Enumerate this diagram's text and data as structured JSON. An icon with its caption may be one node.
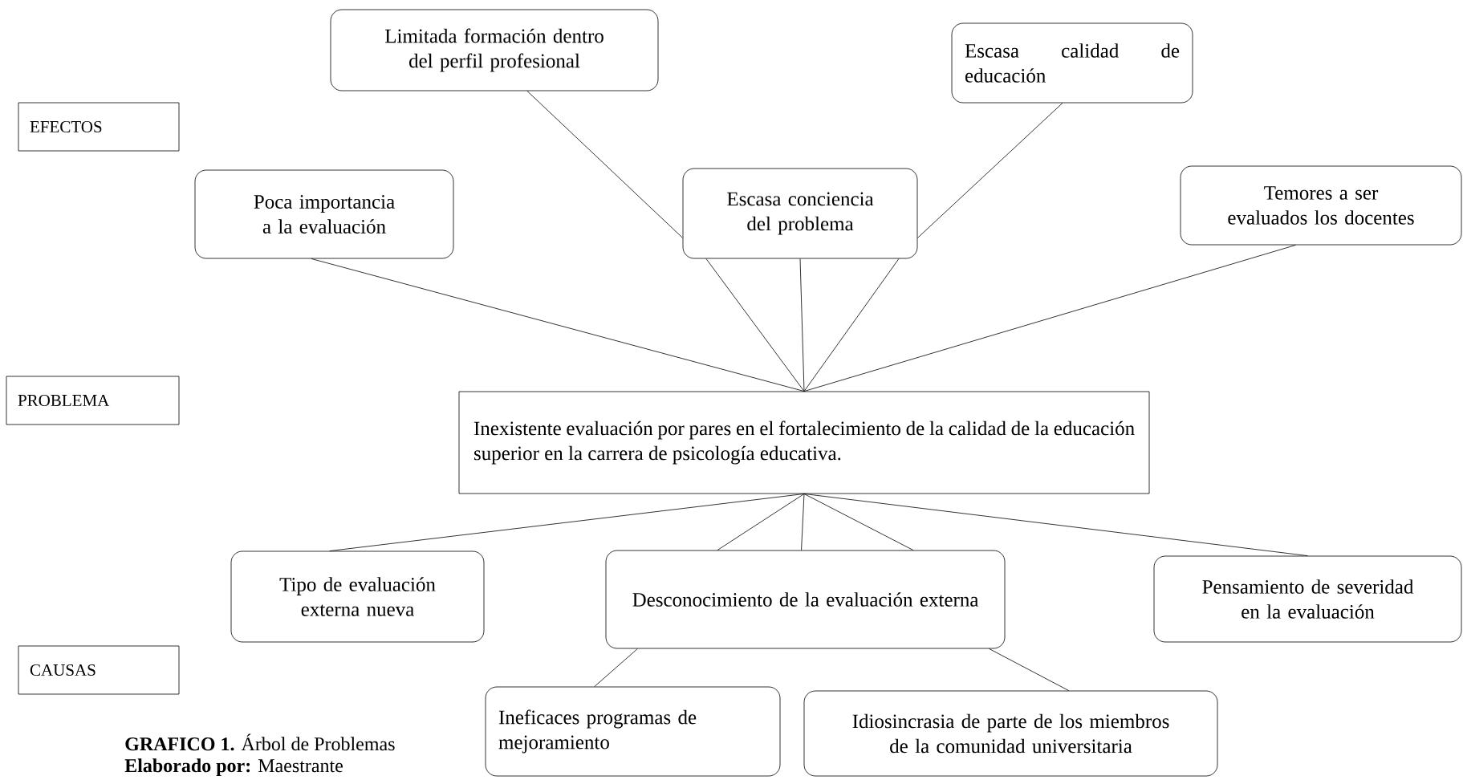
{
  "diagram": {
    "nodes": [
      {
        "text": [
          "EFECTOS"
        ]
      },
      {
        "text": [
          "PROBLEMA"
        ]
      },
      {
        "text": [
          "CAUSAS"
        ]
      },
      {
        "text": [
          "Limitada  formación dentro del perfil profesional"
        ]
      },
      {
        "text": [
          "Escasa calidad de educación"
        ]
      },
      {
        "text": [
          "Poca importancia a la evaluación"
        ]
      },
      {
        "text": [
          "Escasa conciencia del problema"
        ]
      },
      {
        "text": [
          "Temores a ser evaluados los docentes"
        ]
      },
      {
        "text": [
          "Inexistente evaluación por pares en el fortalecimiento de la calidad de la educación superior en la carrera de psicología educativa."
        ]
      },
      {
        "text": [
          "Tipo de evaluación externa nueva"
        ]
      },
      {
        "text": [
          "Desconocimiento de la evaluación externa"
        ]
      },
      {
        "text": [
          "Pensamiento de severidad en la evaluación"
        ]
      },
      {
        "text": [
          "Ineficaces programas de mejoramiento"
        ]
      },
      {
        "text": [
          "Idiosincrasia de parte de los miembros de la comunidad universitaria"
        ]
      }
    ],
    "edges": [
      {
        "from": 3,
        "to": 6,
        "arrow": "none"
      },
      {
        "from": 4,
        "to": 6,
        "arrow": "none"
      },
      {
        "from": 5,
        "to": 8,
        "arrow": "none"
      },
      {
        "from": 6,
        "to": 8,
        "arrow": "none"
      },
      {
        "from": 6,
        "to": 8,
        "arrow": "none"
      },
      {
        "from": 6,
        "to": 8,
        "arrow": "none"
      },
      {
        "from": 7,
        "to": 8,
        "arrow": "none"
      },
      {
        "from": 8,
        "to": 9,
        "arrow": "none"
      },
      {
        "from": 8,
        "to": 10,
        "arrow": "none"
      },
      {
        "from": 8,
        "to": 10,
        "arrow": "none"
      },
      {
        "from": 8,
        "to": 10,
        "arrow": "none"
      },
      {
        "from": 8,
        "to": 11,
        "arrow": "none"
      },
      {
        "from": 10,
        "to": 12,
        "arrow": "none"
      },
      {
        "from": 10,
        "to": 13,
        "arrow": "none"
      }
    ],
    "labels": [
      "**GRAFICO 1.** Árbol de Problemas",
      "**Elaborado por:** Maestrante"
    ]
  }
}
